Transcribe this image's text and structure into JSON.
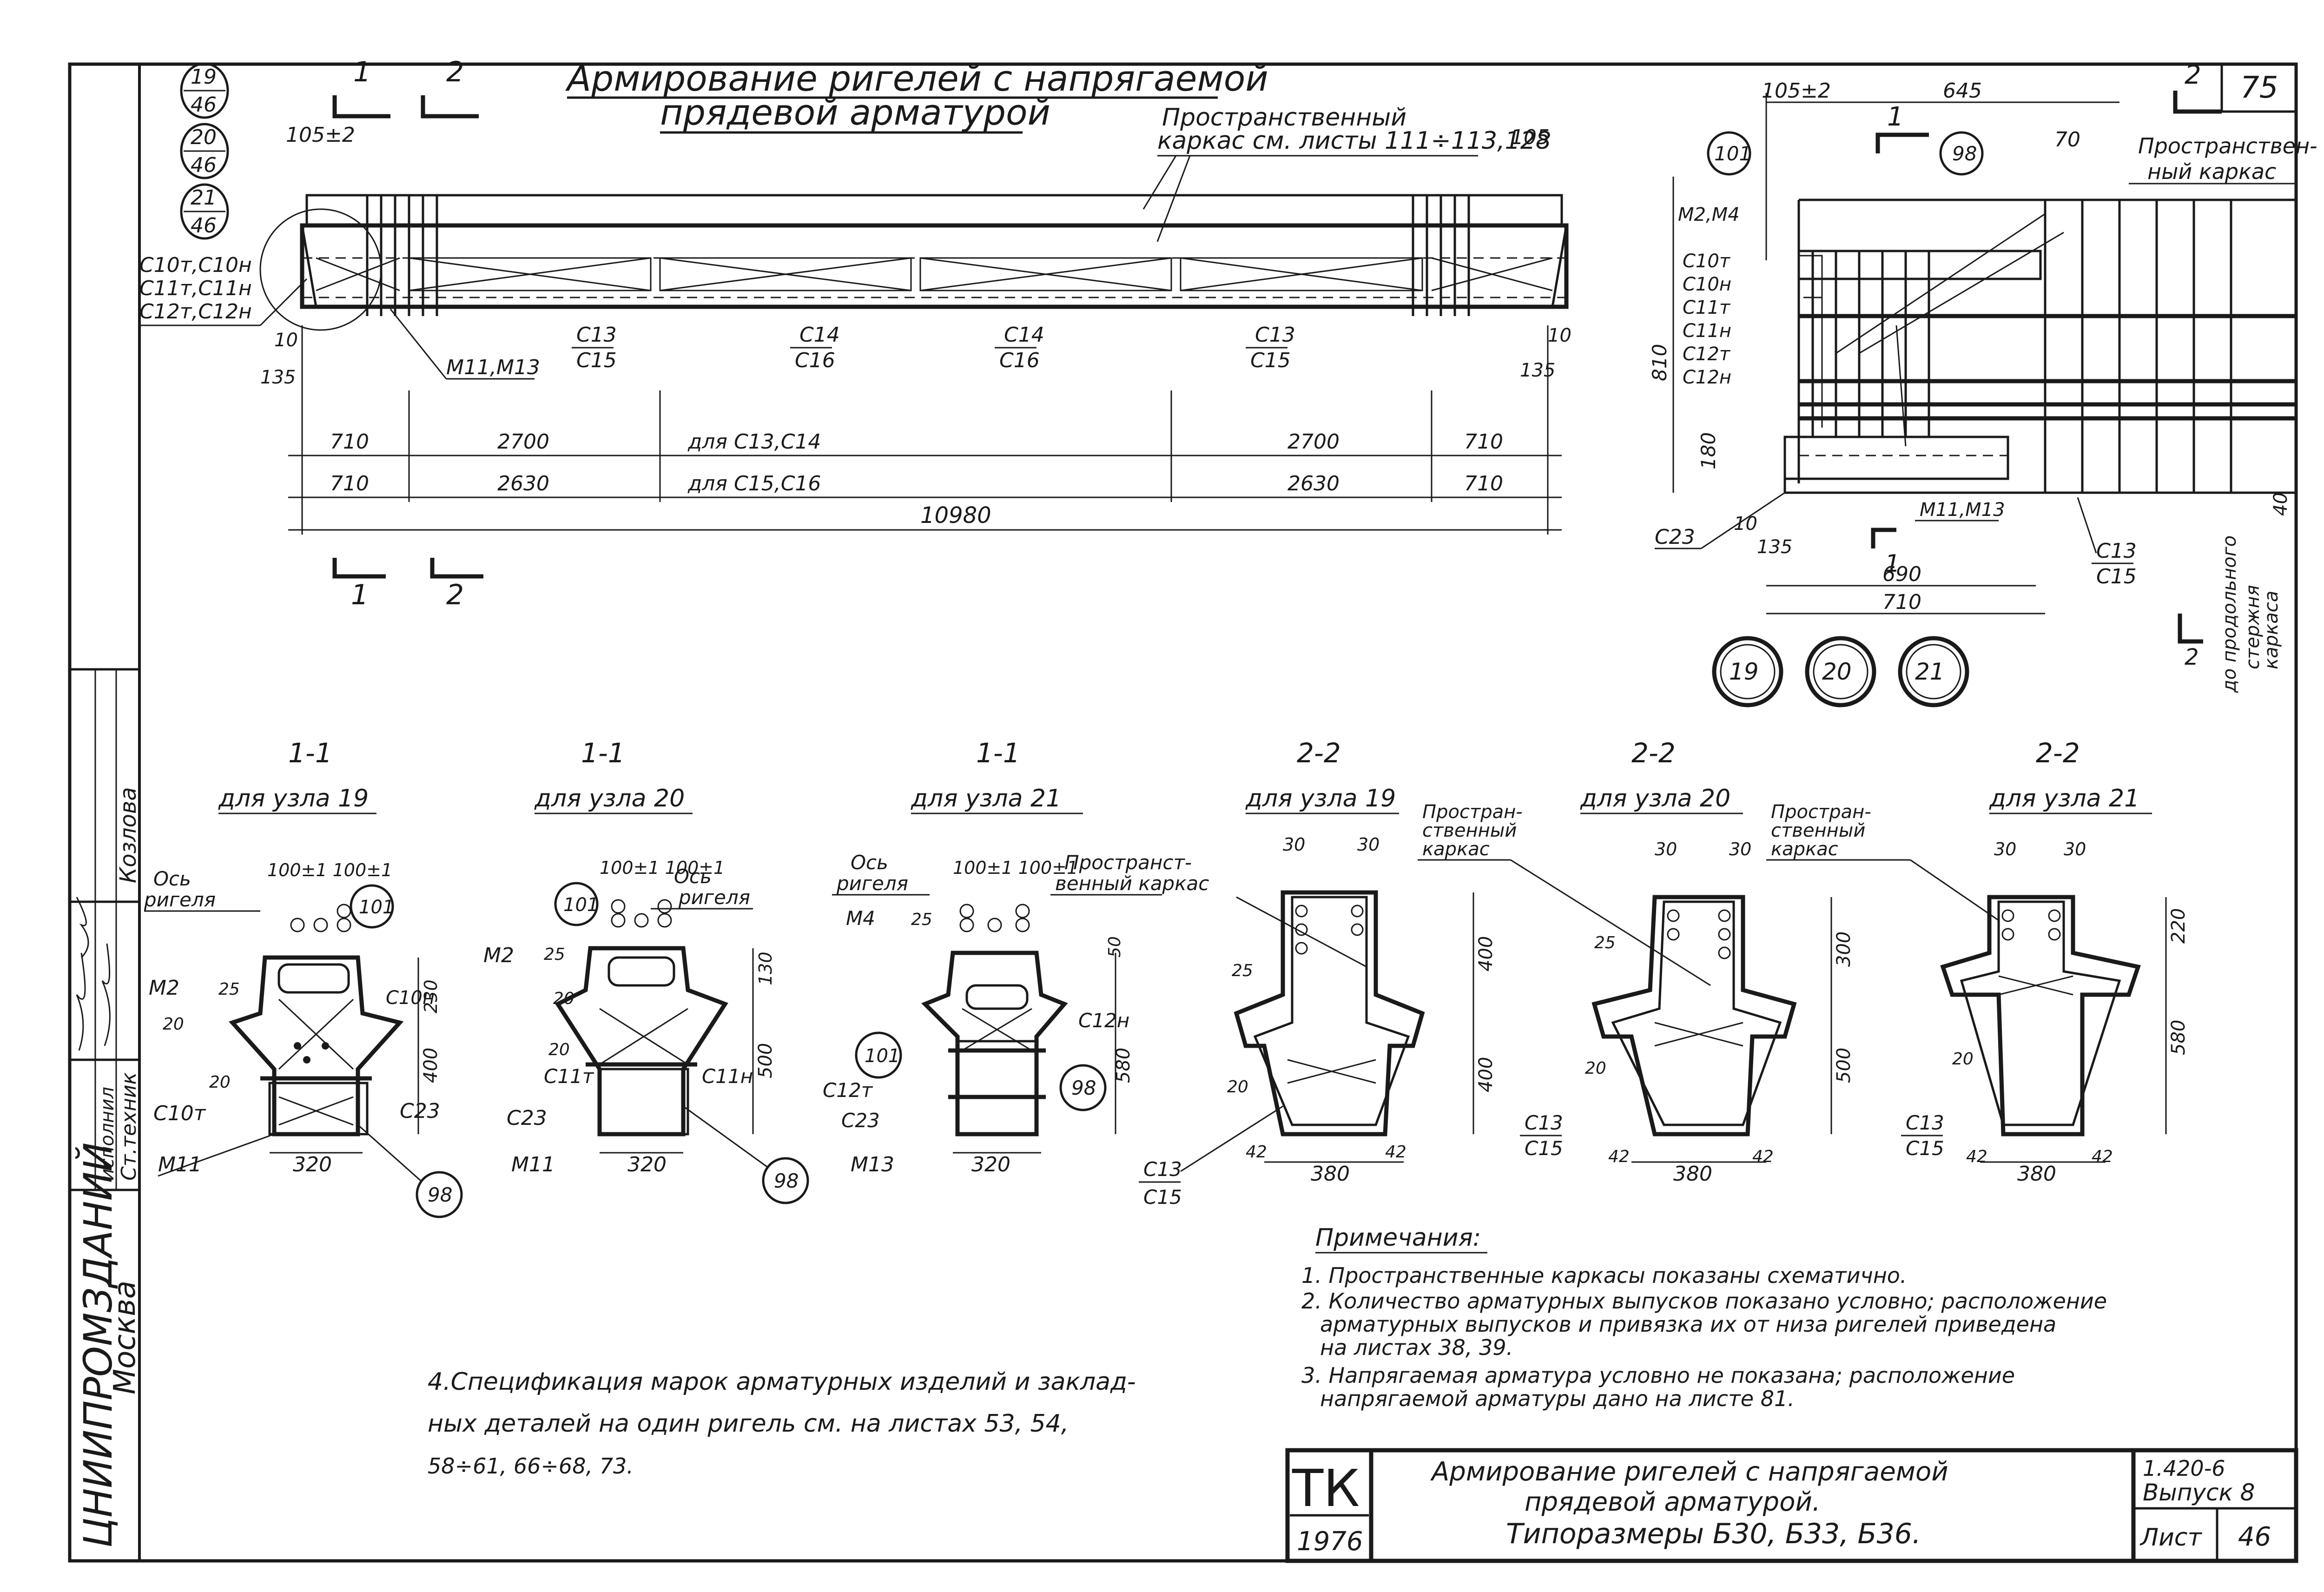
{
  "sheet_number_top": "75",
  "title_main": [
    "Армирование ригелей с напрягаемой",
    "прядевой арматурой"
  ],
  "frame_callout": [
    "Пространственный",
    "каркас см. листы 111÷113,128"
  ],
  "node_refs": [
    {
      "top": "19",
      "bottom": "46"
    },
    {
      "top": "20",
      "bottom": "46"
    },
    {
      "top": "21",
      "bottom": "46"
    }
  ],
  "section_marks": {
    "s1": "1",
    "s2": "2"
  },
  "elevation": {
    "dim_top_left": "105±2",
    "dim_top_right": "105",
    "left_labels": [
      "С10т,С10н",
      "С11т,С11н",
      "С12т,С12н"
    ],
    "dim_left_small": [
      "10",
      "135"
    ],
    "dim_right_small": [
      "10",
      "135"
    ],
    "member_labels": [
      {
        "top": "С13",
        "bottom": "С15"
      },
      {
        "top": "С14",
        "bottom": "С16"
      },
      {
        "top": "С14",
        "bottom": "С16"
      },
      {
        "top": "С13",
        "bottom": "С15"
      }
    ],
    "mark_m11": "М11,М13",
    "dim_row1": [
      "710",
      "2700",
      "для С13,С14",
      "2700",
      "710"
    ],
    "dim_row2": [
      "710",
      "2630",
      "для С15,С16",
      "2630",
      "710"
    ],
    "dim_total": "10980"
  },
  "node_detail": {
    "dim_top": "105±2",
    "dim_645": "645",
    "dim_70": "70",
    "label_101": "101",
    "label_98": "98",
    "frame_text": [
      "Пространствен-",
      "ный каркас"
    ],
    "left_labels": [
      "М2,М4",
      "С10т",
      "С10н",
      "С11т",
      "С11н",
      "С12т",
      "С12н"
    ],
    "dim_810": "810",
    "dim_180": "180",
    "c23": "С23",
    "dim_10": "10",
    "dim_135": "135",
    "dim_690": "690",
    "dim_710": "710",
    "m11": "М11,М13",
    "c13c15": [
      "С13",
      "С15"
    ],
    "dim_40": "40",
    "side_note": [
      "до продольного",
      "стержня",
      "каркаса"
    ],
    "circles": [
      "19",
      "20",
      "21"
    ]
  },
  "sections": [
    {
      "title": "1-1",
      "sub": "для узла 19"
    },
    {
      "title": "1-1",
      "sub": "для узла 20"
    },
    {
      "title": "1-1",
      "sub": "для узла 21"
    },
    {
      "title": "2-2",
      "sub": "для узла 19"
    },
    {
      "title": "2-2",
      "sub": "для узла 20"
    },
    {
      "title": "2-2",
      "sub": "для узла 21"
    }
  ],
  "sec11_19": {
    "axis": [
      "Ось",
      "ригеля"
    ],
    "dims_top": "100±1 100±1",
    "n101": "101",
    "m2": "М2",
    "d25": "25",
    "d20": "20",
    "c10h": "С10н",
    "d230": "230",
    "d400": "400",
    "c10t": "С10т",
    "c23": "С23",
    "m11": "М11",
    "w": "320",
    "n98": "98"
  },
  "sec11_20": {
    "axis": [
      "Ось",
      "ригеля"
    ],
    "dims_top": "100±1 100±1",
    "n101": "101",
    "m2": "М2",
    "d25": "25",
    "d20": "20",
    "d130": "130",
    "d500": "500",
    "c11t": "С11т",
    "c11h": "С11н",
    "c23": "С23",
    "m11": "М11",
    "w": "320",
    "n98": "98"
  },
  "sec11_21": {
    "axis": [
      "Ось",
      "ригеля"
    ],
    "dims_top": "100±1 100±1",
    "frame": [
      "Пространст-",
      "венный каркас"
    ],
    "m4": "М4",
    "d25": "25",
    "d50": "50",
    "c12h": "С12н",
    "n101": "101",
    "c12t": "С12т",
    "c23": "С23",
    "n98": "98",
    "d580": "580",
    "m13": "М13",
    "w": "320"
  },
  "sec22_19": {
    "d30a": "30",
    "d30b": "30",
    "d25": "25",
    "d400a": "400",
    "d400b": "400",
    "d20": "20",
    "d42a": "42",
    "d42b": "42",
    "w": "380",
    "c13": "С13",
    "c15": "С15"
  },
  "sec22_20": {
    "frame": [
      "Простран-",
      "ственный",
      "каркас"
    ],
    "d30a": "30",
    "d30b": "30",
    "d25": "25",
    "d300": "300",
    "d500": "500",
    "d20": "20",
    "d42a": "42",
    "d42b": "42",
    "w": "380",
    "c13": "С13",
    "c15": "С15"
  },
  "sec22_21": {
    "frame": [
      "Простран-",
      "ственный",
      "каркас"
    ],
    "d30a": "30",
    "d30b": "30",
    "d220": "220",
    "d580": "580",
    "d20": "20",
    "d42a": "42",
    "d42b": "42",
    "w": "380",
    "c13": "С13",
    "c15": "С15"
  },
  "notes_title": "Примечания:",
  "notes": [
    "1. Пространственные каркасы показаны схематично.",
    "2. Количество арматурных выпусков показано условно; расположение",
    "арматурных выпусков и привязка их от низа ригелей приведена",
    "на листах 38, 39.",
    "3. Напрягаемая арматура условно не показана; расположение",
    "напрягаемой арматуры дано на листе 81."
  ],
  "note4": [
    "4.Спецификация марок арматурных изделий и заклад-",
    "ных деталей на один ригель см. на листах 53, 54,",
    "58÷61, 66÷68, 73."
  ],
  "stamp": {
    "tk": "ТК",
    "year": "1976",
    "title": [
      "Армирование ригелей с напрягаемой",
      "прядевой арматурой.",
      "Типоразмеры Б30, Б33, Б36."
    ],
    "series": "1.420-6",
    "issue": "Выпуск 8",
    "sheet_label": "Лист",
    "sheet": "46"
  },
  "left_strip": {
    "org": "ЦНИИПРОМЗДАНИЙ",
    "city": "Москва",
    "role": "Ст.техник",
    "role2": "исполнил",
    "name": "Козлова"
  }
}
